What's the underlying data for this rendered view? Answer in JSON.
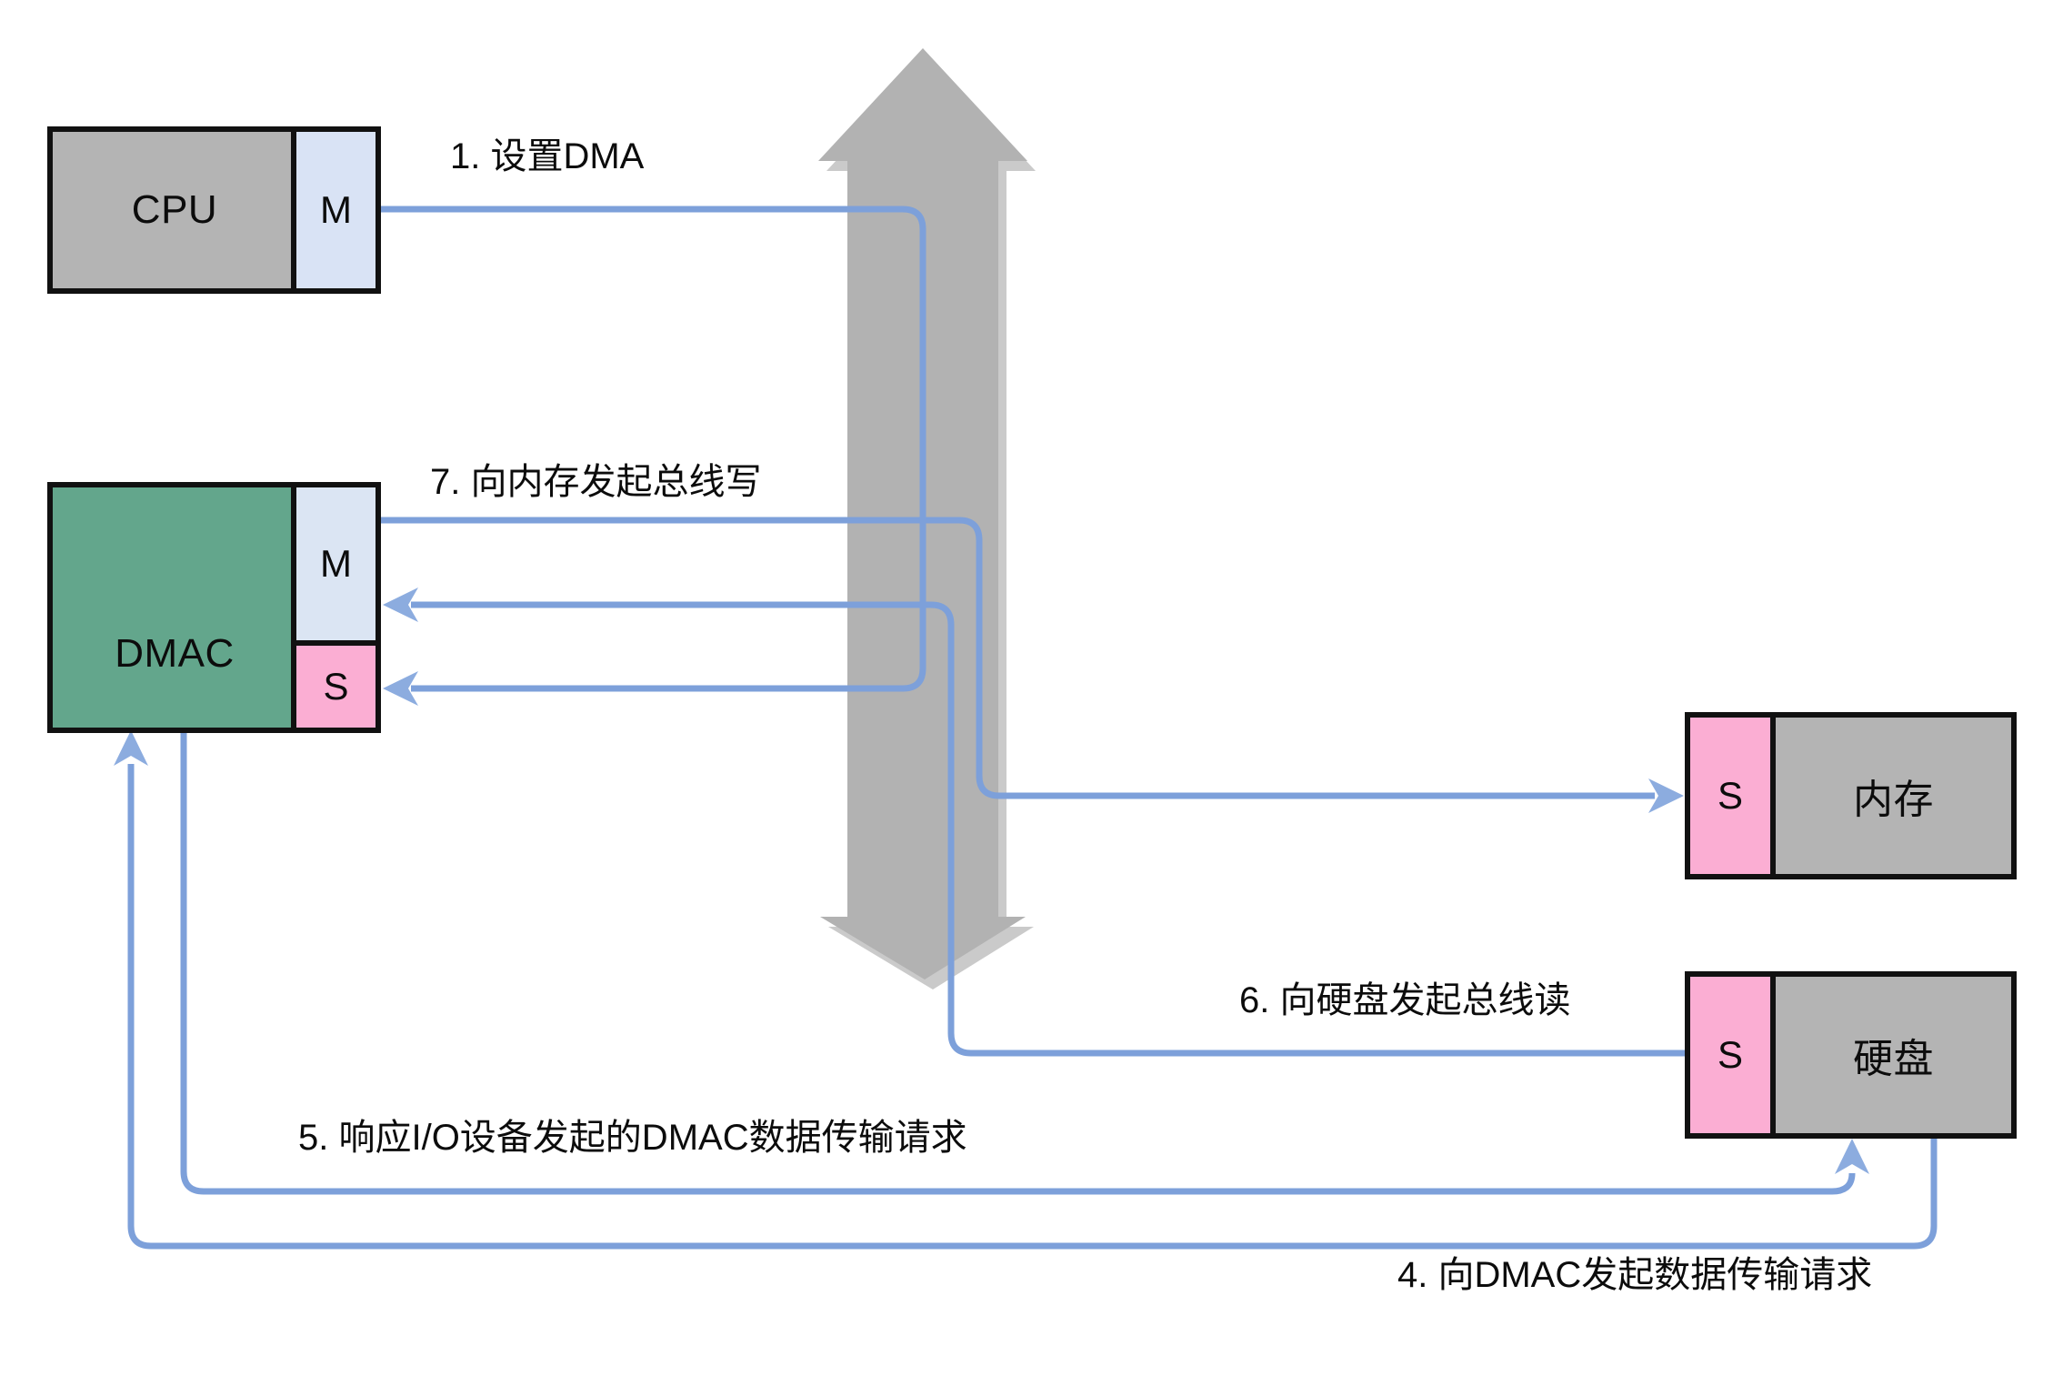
{
  "diagram": {
    "description": "DMA data transfer flow diagram",
    "colors": {
      "background": "#ffffff",
      "box_gray": "#b4b4b4",
      "dmac_green": "#63a68c",
      "master_port_blue": "#d9e3f5",
      "slave_port_pink": "#fbaed3",
      "bus_arrow_gray": "#b2b2b2",
      "bus_arrow_shadow": "#cacaca",
      "wire_blue": "#7da0da",
      "wire_arrowhead_blue": "#8cacdf",
      "border_black": "#111111"
    },
    "nodes": {
      "cpu": {
        "label": "CPU",
        "master_port": "M"
      },
      "dmac": {
        "label": "DMAC",
        "master_port": "M",
        "slave_port": "S"
      },
      "memory": {
        "label": "内存",
        "slave_port": "S"
      },
      "disk": {
        "label": "硬盘",
        "slave_port": "S"
      }
    },
    "steps": {
      "step1": "1. 设置DMA",
      "step4": "4. 向DMAC发起数据传输请求",
      "step5": "5. 响应I/O设备发起的DMAC数据传输请求",
      "step6": "6. 向硬盘发起总线读",
      "step7": "7. 向内存发起总线写"
    }
  }
}
